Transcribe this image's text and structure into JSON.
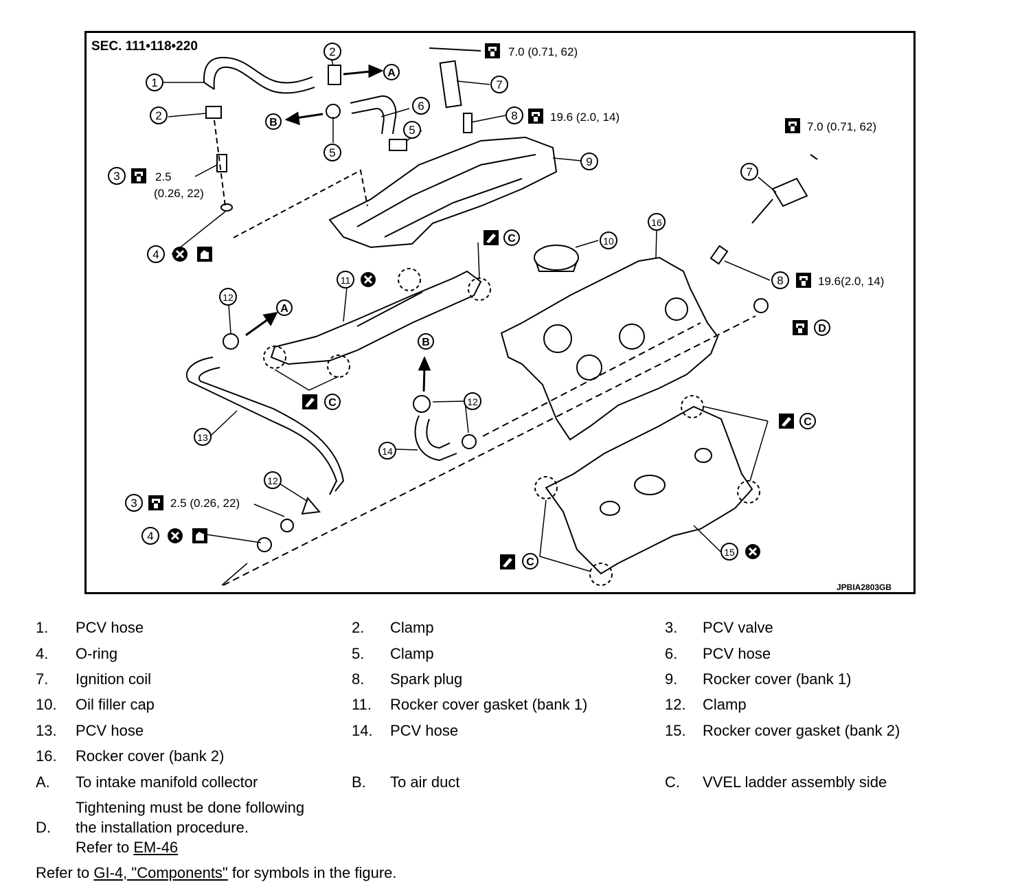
{
  "diagram": {
    "section": "SEC. 111•118•220",
    "figure_id": "JPBIA2803GB",
    "torque_7_0": "7.0 (0.71, 62)",
    "torque_19_6": "19.6 (2.0, 14)",
    "torque_19_6_b": "19.6(2.0, 14)",
    "torque_2_5": "2.5",
    "torque_2_5_sub": "(0.26, 22)",
    "torque_2_5_full": "2.5 (0.26, 22)",
    "callouts": [
      "1",
      "2",
      "3",
      "4",
      "5",
      "6",
      "7",
      "8",
      "9",
      "10",
      "11",
      "12",
      "13",
      "14",
      "15",
      "16"
    ],
    "letters": [
      "A",
      "B",
      "C",
      "D"
    ]
  },
  "legend": {
    "rows": [
      [
        {
          "n": "1.",
          "t": "PCV hose"
        },
        {
          "n": "2.",
          "t": "Clamp"
        },
        {
          "n": "3.",
          "t": "PCV valve"
        }
      ],
      [
        {
          "n": "4.",
          "t": "O-ring"
        },
        {
          "n": "5.",
          "t": "Clamp"
        },
        {
          "n": "6.",
          "t": "PCV hose"
        }
      ],
      [
        {
          "n": "7.",
          "t": "Ignition coil"
        },
        {
          "n": "8.",
          "t": "Spark plug"
        },
        {
          "n": "9.",
          "t": "Rocker cover (bank 1)"
        }
      ],
      [
        {
          "n": "10.",
          "t": "Oil filler cap"
        },
        {
          "n": "11.",
          "t": "Rocker cover gasket (bank 1)"
        },
        {
          "n": "12.",
          "t": "Clamp"
        }
      ],
      [
        {
          "n": "13.",
          "t": "PCV hose"
        },
        {
          "n": "14.",
          "t": "PCV hose"
        },
        {
          "n": "15.",
          "t": "Rocker cover gasket (bank 2)"
        }
      ],
      [
        {
          "n": "16.",
          "t": "Rocker cover (bank 2)"
        }
      ],
      [
        {
          "n": "A.",
          "t": "To intake manifold collector"
        },
        {
          "n": "B.",
          "t": "To air duct"
        },
        {
          "n": "C.",
          "t": "VVEL ladder assembly side"
        }
      ]
    ],
    "d_label": "D.",
    "d_line1": "Tightening must be done following",
    "d_line2": "the installation procedure.",
    "d_line3_prefix": "Refer to ",
    "d_line3_link": "EM-46",
    "footer_prefix": "Refer to ",
    "footer_link": "GI-4, \"Components\"",
    "footer_suffix": " for symbols in the figure."
  }
}
